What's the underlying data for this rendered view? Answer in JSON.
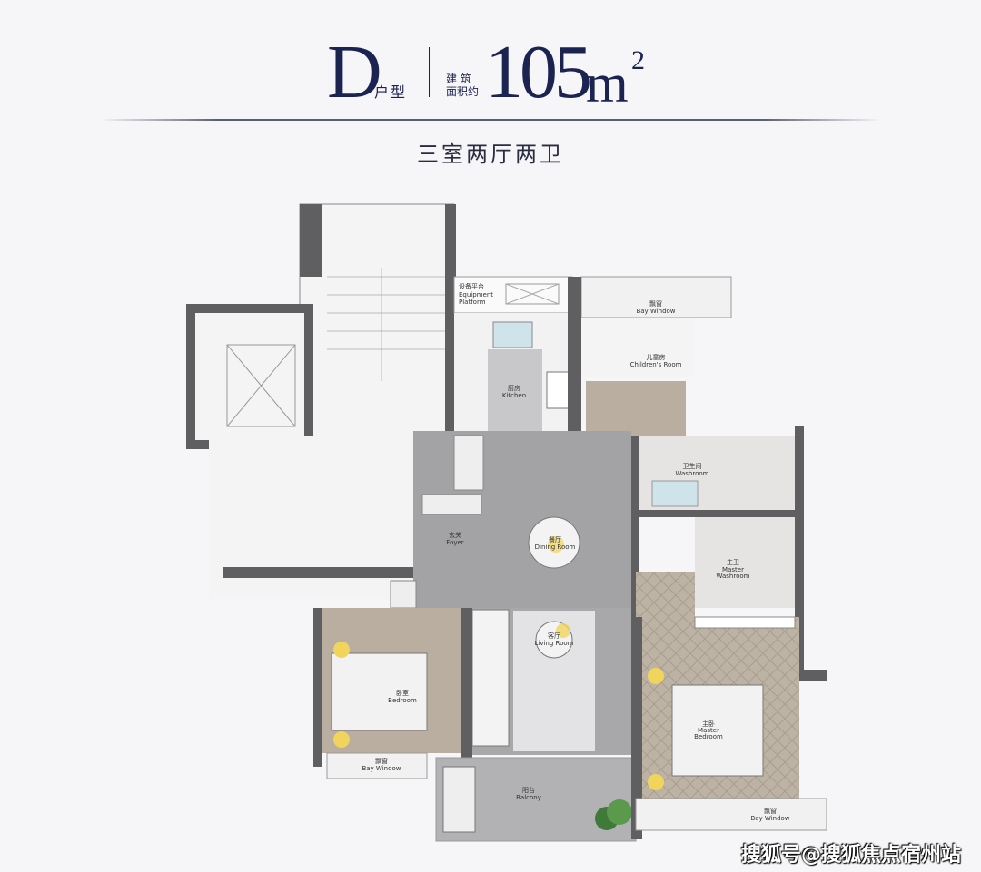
{
  "header": {
    "type_letter": "D",
    "type_label": "户型",
    "area_label_line1": "建 筑",
    "area_label_line2": "面积约",
    "area_value": "105",
    "area_unit": "m",
    "area_unit_sup": "2",
    "layout": "三室两厅两卫"
  },
  "rooms": {
    "equipment": {
      "cn": "设备平台",
      "en1": "Equipment",
      "en2": "Platform"
    },
    "children_bay": {
      "cn": "飘窗",
      "en": "Bay Window"
    },
    "children": {
      "cn": "儿童房",
      "en": "Children's Room"
    },
    "kitchen": {
      "cn": "厨房",
      "en": "Kitchen"
    },
    "washroom": {
      "cn": "卫生间",
      "en": "Washroom"
    },
    "foyer": {
      "cn": "玄关",
      "en": "Foyer"
    },
    "dining": {
      "cn": "餐厅",
      "en": "Dining Room"
    },
    "master_washroom": {
      "cn": "主卫",
      "en1": "Master",
      "en2": "Washroom"
    },
    "living": {
      "cn": "客厅",
      "en": "Living Room"
    },
    "bedroom": {
      "cn": "卧室",
      "en": "Bedroom"
    },
    "bedroom_bay": {
      "cn": "飘窗",
      "en": "Bay Window"
    },
    "balcony": {
      "cn": "阳台",
      "en": "Balcony"
    },
    "master": {
      "cn": "主卧",
      "en1": "Master",
      "en2": "Bedroom"
    },
    "master_bay": {
      "cn": "飘窗",
      "en": "Bay Window"
    }
  },
  "colors": {
    "title": "#1b2350",
    "wall": "#5f5f62",
    "stone_floor": "#a3a3a6",
    "wood_floor": "#b9ae9f"
  },
  "watermark": "搜狐号@搜狐焦点宿州站"
}
